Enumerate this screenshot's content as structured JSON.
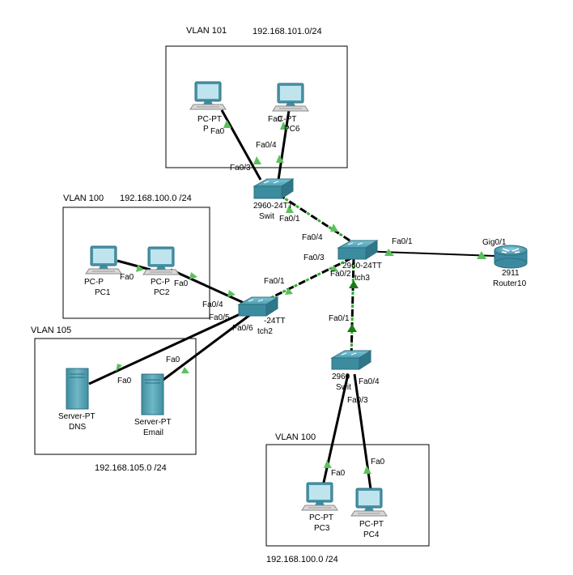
{
  "areas": [
    {
      "id": "vlan101",
      "vlan": "VLAN 101",
      "subnet": "192.168.101.0/24"
    },
    {
      "id": "vlan100a",
      "vlan": "VLAN 100",
      "subnet": "192.168.100.0 /24"
    },
    {
      "id": "vlan105",
      "vlan": "VLAN 105",
      "subnet": "192.168.105.0 /24"
    },
    {
      "id": "vlan100b",
      "vlan": "VLAN 100",
      "subnet": "192.168.100.0 /24"
    }
  ],
  "devices": [
    {
      "id": "pc5",
      "type": "pc",
      "model": "PC-PT",
      "name": "P"
    },
    {
      "id": "pc6",
      "type": "pc",
      "model": "C-PT",
      "name": "PC6"
    },
    {
      "id": "pc1",
      "type": "pc",
      "model": "PC-P",
      "name": "PC1"
    },
    {
      "id": "pc2",
      "type": "pc",
      "model": "PC-P",
      "name": "PC2"
    },
    {
      "id": "pc3",
      "type": "pc",
      "model": "PC-PT",
      "name": "PC3"
    },
    {
      "id": "pc4",
      "type": "pc",
      "model": "PC-PT",
      "name": "PC4"
    },
    {
      "id": "dns",
      "type": "server",
      "model": "Server-PT",
      "name": "DNS"
    },
    {
      "id": "email",
      "type": "server",
      "model": "Server-PT",
      "name": "Email"
    },
    {
      "id": "sw1",
      "type": "switch",
      "model": "2960-24TT",
      "name": "Swit"
    },
    {
      "id": "sw2",
      "type": "switch",
      "model": "-24TT",
      "name": "tch2"
    },
    {
      "id": "sw3",
      "type": "switch",
      "model": "2960-24TT",
      "name": "tch3"
    },
    {
      "id": "sw4",
      "type": "switch",
      "model": "2960",
      "name": "Swit"
    },
    {
      "id": "router",
      "type": "router",
      "model": "2911",
      "name": "Router10"
    }
  ],
  "links": [
    {
      "from": "pc5",
      "to": "sw1",
      "style": "solid"
    },
    {
      "from": "pc6",
      "to": "sw1",
      "style": "solid"
    },
    {
      "from": "pc1",
      "to": "pc2",
      "style": "solid"
    },
    {
      "from": "pc2",
      "to": "sw2",
      "style": "solid"
    },
    {
      "from": "dns",
      "to": "sw2",
      "style": "solid"
    },
    {
      "from": "email",
      "to": "sw2",
      "style": "solid"
    },
    {
      "from": "sw1",
      "to": "sw3",
      "style": "dashed"
    },
    {
      "from": "sw2",
      "to": "sw3",
      "style": "dashed"
    },
    {
      "from": "sw3",
      "to": "router",
      "style": "solid"
    },
    {
      "from": "sw3",
      "to": "sw4",
      "style": "dashed"
    },
    {
      "from": "sw4",
      "to": "pc3",
      "style": "solid"
    },
    {
      "from": "sw4",
      "to": "pc4",
      "style": "solid"
    }
  ],
  "ports": [
    "Fa0",
    "Fa0",
    "Fa0/4",
    "Fa0/3",
    "Fa0",
    "Fa0",
    "Fa0/1",
    "Fa0/4",
    "Fa0/3",
    "Fa0/2",
    "Fa0/1",
    "Fa0/4",
    "Fa0/5",
    "Fa0/6",
    "Fa0",
    "Fa0",
    "Fa0/1",
    "Gig0/1",
    "Fa0/1",
    "Fa0/4",
    "Fa0/3",
    "Fa0",
    "Fa0"
  ],
  "colors": {
    "link": "#000000",
    "link_up": "#2db52d",
    "link_down_arrow": "#1a7a1a",
    "switch": "#3c8ca0",
    "box": "#000000"
  }
}
